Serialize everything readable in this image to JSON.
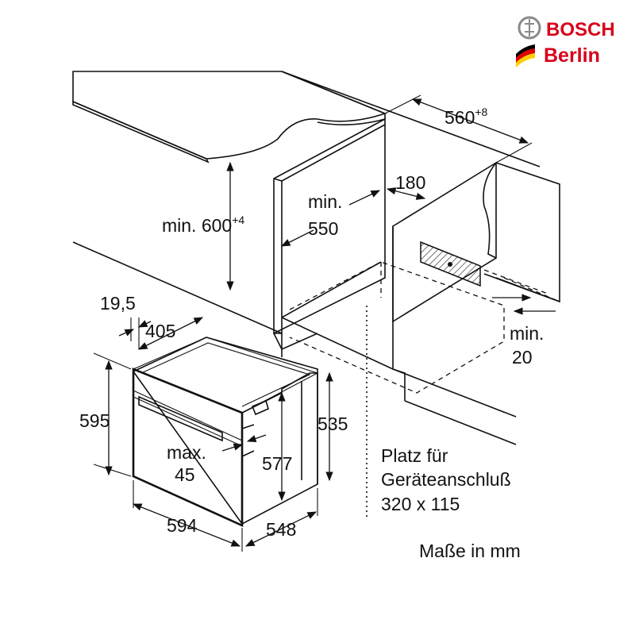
{
  "logo": {
    "brand": "BOSCH",
    "city": "Berlin",
    "colors": {
      "brand_red": "#d8001a",
      "flag_black": "#000000",
      "flag_red": "#dd0000",
      "flag_gold": "#ffce00"
    }
  },
  "dimensions": {
    "cabinet_width": "560",
    "cabinet_width_tol": "+8",
    "vent_depth": "180",
    "niche_height_prefix": "min. 600",
    "niche_height_tol": "+4",
    "cabinet_depth_min_label": "min.",
    "cabinet_depth_min_value": "550",
    "rear_gap_label": "min.",
    "rear_gap_value": "20",
    "front_panel_thickness": "19,5",
    "panel_depth": "405",
    "oven_height": "595",
    "body_height": "535",
    "handle_label": "max.",
    "handle_value": "45",
    "inner_height": "577",
    "oven_width": "594",
    "oven_depth": "548"
  },
  "notes": {
    "connection_line1": "Platz für",
    "connection_line2": "Geräteanschluß",
    "connection_line3": "320 x 115",
    "units": "Maße in mm"
  }
}
